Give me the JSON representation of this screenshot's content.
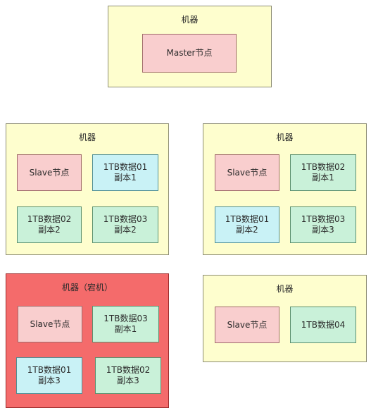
{
  "master_machine": {
    "label": "机器",
    "node": "Master节点"
  },
  "machine_a": {
    "label": "机器",
    "slave": "Slave节点",
    "blocks": [
      {
        "line1": "1TB数据01",
        "line2": "副本1"
      },
      {
        "line1": "1TB数据02",
        "line2": "副本2"
      },
      {
        "line1": "1TB数据03",
        "line2": "副本2"
      }
    ]
  },
  "machine_b": {
    "label": "机器",
    "slave": "Slave节点",
    "blocks": [
      {
        "line1": "1TB数据02",
        "line2": "副本1"
      },
      {
        "line1": "1TB数据01",
        "line2": "副本2"
      },
      {
        "line1": "1TB数据03",
        "line2": "副本3"
      }
    ]
  },
  "machine_down": {
    "label": "机器（宕机）",
    "slave": "Slave节点",
    "blocks": [
      {
        "line1": "1TB数据03",
        "line2": "副本1"
      },
      {
        "line1": "1TB数据01",
        "line2": "副本3"
      },
      {
        "line1": "1TB数据02",
        "line2": "副本3"
      }
    ]
  },
  "machine_d": {
    "label": "机器",
    "slave": "Slave节点",
    "blocks": [
      {
        "line1": "1TB数据04"
      }
    ]
  },
  "colors": {
    "machine": "#fefece",
    "machine_down": "#f46b6b",
    "slave_node": "#f9cece",
    "replica_cyan": "#c9f2f6",
    "replica_green": "#c9f1d9"
  }
}
